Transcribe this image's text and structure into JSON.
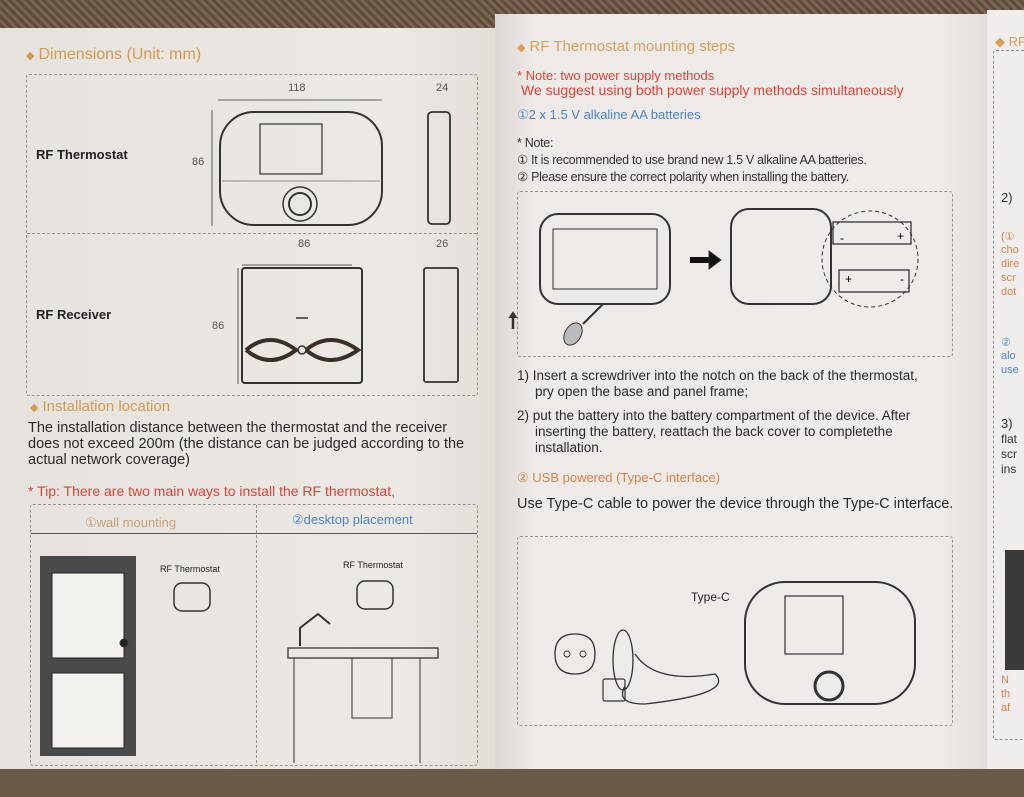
{
  "left_page": {
    "dimensions_heading": "Dimensions (Unit: mm)",
    "thermostat_label": "RF Thermostat",
    "thermostat_width": "118",
    "thermostat_height": "86",
    "thermostat_depth": "24",
    "receiver_label": "RF Receiver",
    "receiver_width": "86",
    "receiver_height": "86",
    "receiver_depth": "26",
    "installation_heading": "Installation location",
    "installation_text": "The installation distance between the thermostat and the receiver does not exceed 200m (the distance can be judged according to the actual network coverage)",
    "tip": "* Tip: There are two main ways to install the RF thermostat,",
    "method_1": "①wall mounting",
    "method_2": "②desktop placement",
    "diagram_label_1": "RF Thermostat",
    "diagram_label_2": "RF Thermostat"
  },
  "right_page": {
    "heading": "RF Thermostat mounting steps",
    "note_line1": "* Note: two power supply methods",
    "note_line2": "We suggest using both power supply methods simultaneously",
    "option_1": "①2 x 1.5 V alkaline AA batteries",
    "note2_title": "* Note:",
    "note2_item1": "① It is recommended to use brand new 1.5 V alkaline AA batteries.",
    "note2_item2": "② Please ensure the correct polarity when installing the battery.",
    "step1": "1) Insert a screwdriver into the notch on the back of the thermostat, pry open the base and panel frame;",
    "step2": "2) put the battery into the battery compartment of the device. After inserting the battery, reattach the back cover to completethe installation.",
    "option_2": "② USB powered (Type-C interface)",
    "usb_text": "Use Type-C cable to power the device through the Type-C interface.",
    "type_c_label": "Type-C",
    "battery_plus": "+",
    "battery_minus": "-"
  },
  "next_page_fragments": [
    "◆ RF",
    "2)",
    "(①",
    "cho",
    "dire",
    "scr",
    "dot",
    "②",
    "alo",
    "use",
    "3)",
    "flat",
    "scr",
    "ins",
    "N",
    "th",
    "af"
  ]
}
